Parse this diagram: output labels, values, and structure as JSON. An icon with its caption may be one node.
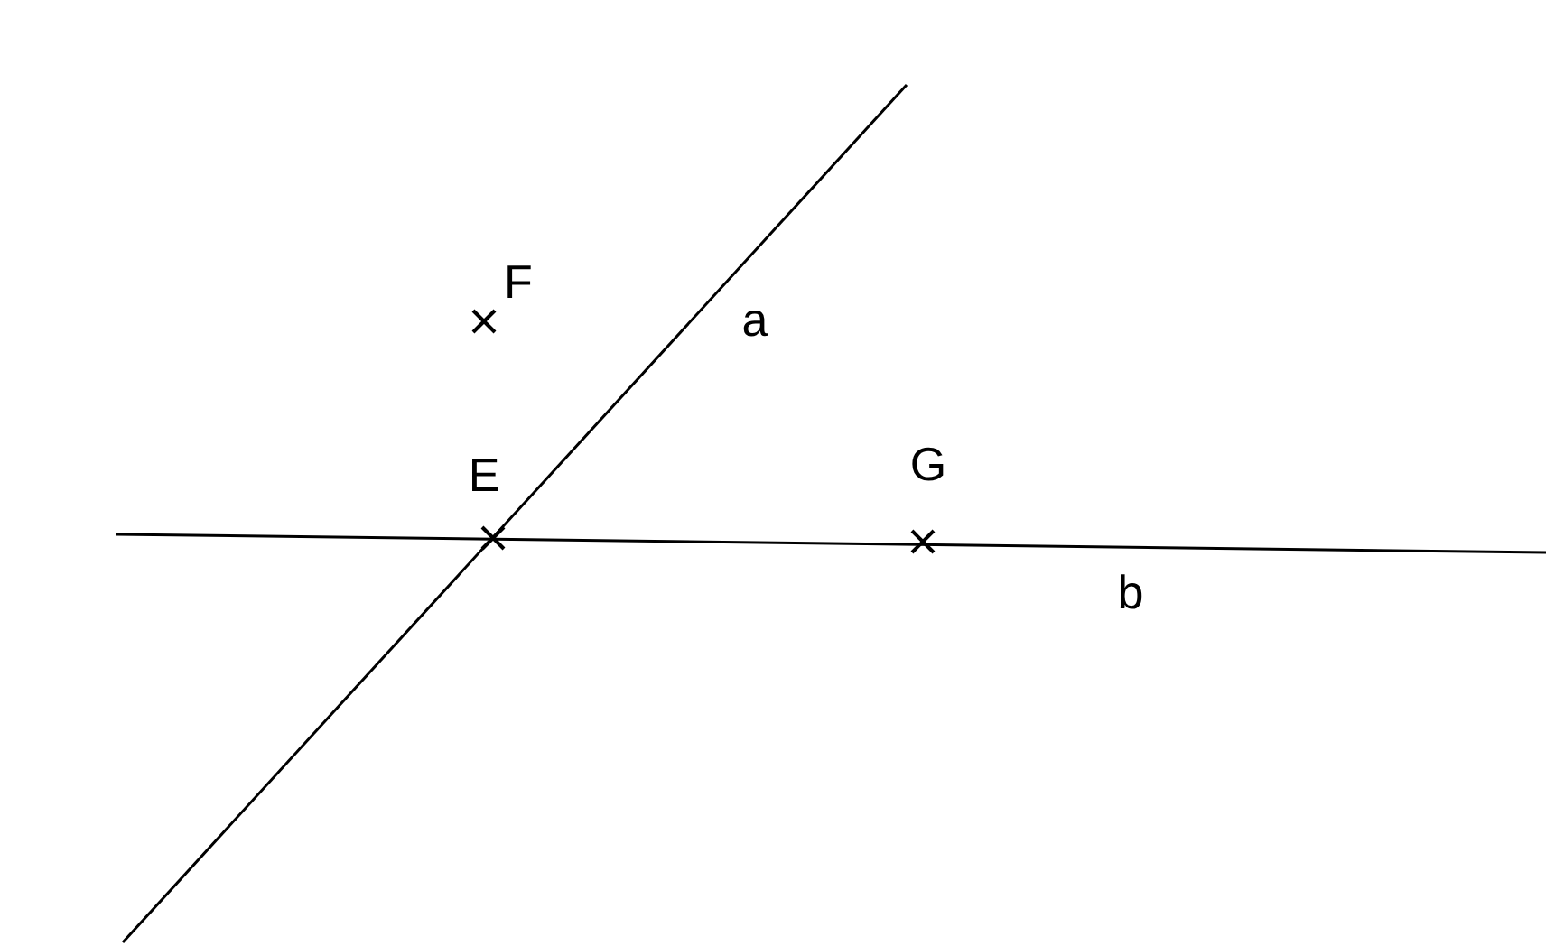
{
  "diagram": {
    "labels": [
      "F",
      "a",
      "E",
      "G",
      "b"
    ]
  }
}
